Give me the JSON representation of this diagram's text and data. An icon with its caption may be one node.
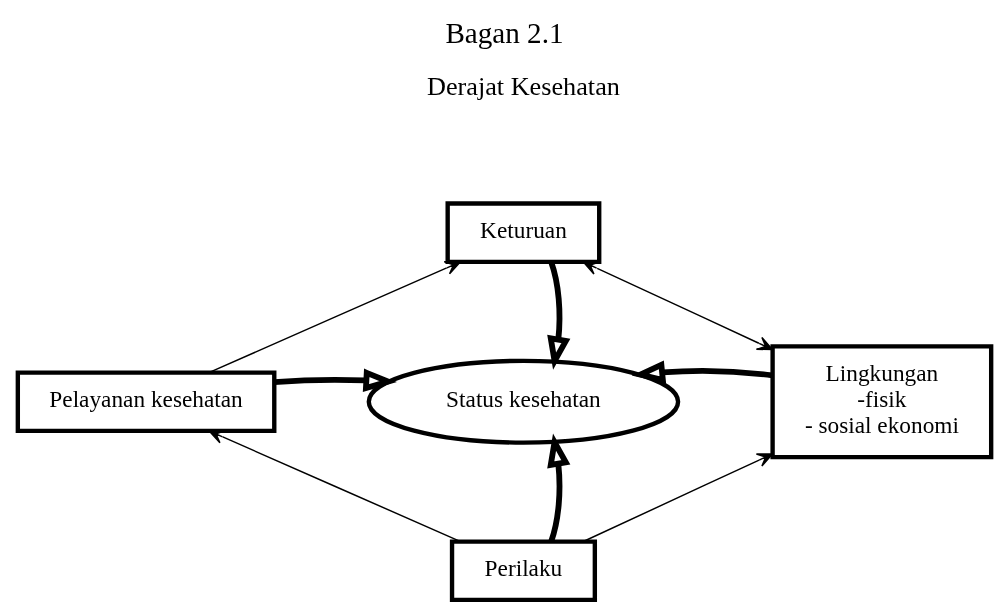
{
  "diagram": {
    "title": "Bagan 2.1",
    "nodes": [
      {
        "text": [
          "Keturuan"
        ]
      },
      {
        "text": [
          "Pelayanan kesehatan"
        ]
      },
      {
        "text": [
          "Status kesehatan"
        ]
      },
      {
        "text": [
          "Lingkungan",
          "-fisik",
          "- sosial ekonomi"
        ]
      },
      {
        "text": [
          "Perilaku"
        ]
      }
    ],
    "edges": [
      {
        "from": 1,
        "to": 0,
        "arrow": "to"
      },
      {
        "from": 0,
        "to": 3,
        "arrow": "both"
      },
      {
        "from": 0,
        "to": 2,
        "arrow": "to",
        "style": "thick"
      },
      {
        "from": 1,
        "to": 2,
        "arrow": "to",
        "style": "thick"
      },
      {
        "from": 3,
        "to": 2,
        "arrow": "to",
        "style": "thick"
      },
      {
        "from": 4,
        "to": 2,
        "arrow": "to",
        "style": "thick"
      },
      {
        "from": 4,
        "to": 1,
        "arrow": "to"
      },
      {
        "from": 4,
        "to": 3,
        "arrow": "to"
      }
    ],
    "labels": [
      "Derajat Kesehatan"
    ]
  }
}
